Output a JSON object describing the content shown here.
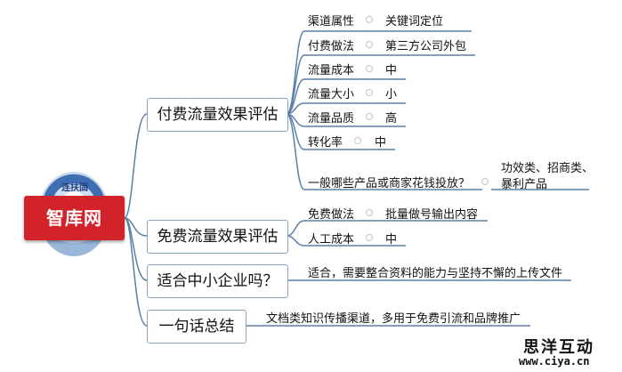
{
  "root": {
    "label": "智库网",
    "badge_text": "连扶固"
  },
  "branches": [
    {
      "label": "付费流量效果评估",
      "items": [
        {
          "key": "渠道属性",
          "value": "关键词定位"
        },
        {
          "key": "付费做法",
          "value": "第三方公司外包"
        },
        {
          "key": "流量成本",
          "value": "中"
        },
        {
          "key": "流量大小",
          "value": "小"
        },
        {
          "key": "流量品质",
          "value": "高"
        },
        {
          "key": "转化率",
          "value": "中"
        },
        {
          "key": "一般哪些产品或商家花钱投放？",
          "value_lines": [
            "功效类、招商类、",
            "暴利产品"
          ]
        }
      ]
    },
    {
      "label": "免费流量效果评估",
      "items": [
        {
          "key": "免费做法",
          "value": "批量做号输出内容"
        },
        {
          "key": "人工成本",
          "value": "中"
        }
      ]
    },
    {
      "label": "适合中小企业吗？",
      "items": [
        {
          "text": "适合，需要整合资料的能力与坚持不懈的上传文件"
        }
      ]
    },
    {
      "label": "一句话总结",
      "items": [
        {
          "text": "文档类知识传播渠道，多用于免费引流和品牌推广"
        }
      ]
    }
  ],
  "watermark": {
    "line1": "思洋互动",
    "line2": "www.ciya.cn"
  },
  "colors": {
    "root_bg": "#d2232a",
    "line": "#5b7fa6",
    "node_border": "#8aa6c4"
  }
}
